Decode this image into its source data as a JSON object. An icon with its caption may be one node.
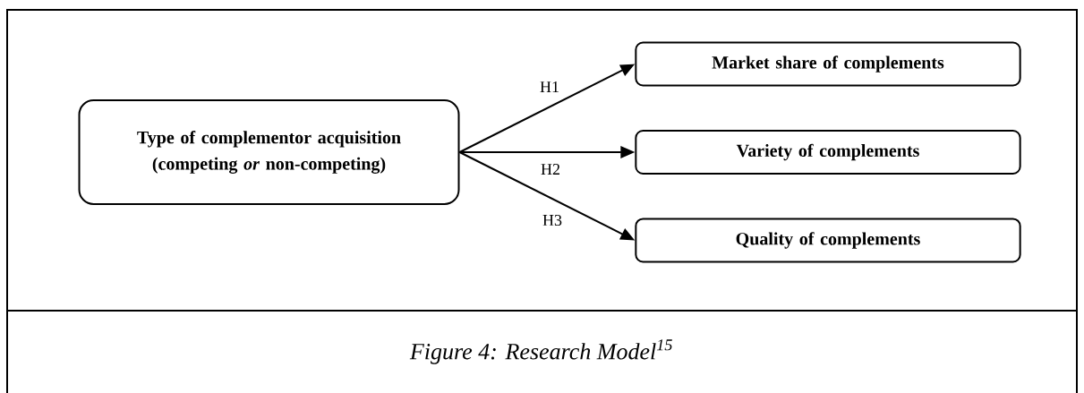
{
  "diagram": {
    "caption": "Figure 4: Research Model$^{15}$",
    "nodes": [
      {
        "text": [
          "Type of complementor acquisition (competing *or* non-competing)"
        ]
      },
      {
        "text": [
          "Market share of complements"
        ]
      },
      {
        "text": [
          "Variety of complements"
        ]
      },
      {
        "text": [
          "Quality of complements"
        ]
      }
    ],
    "edges": [
      {
        "from": 0,
        "to": 1,
        "arrow": "to",
        "label": "H1"
      },
      {
        "from": 0,
        "to": 2,
        "arrow": "to",
        "label": "H2"
      },
      {
        "from": 0,
        "to": 3,
        "arrow": "to",
        "label": "H3"
      }
    ]
  }
}
